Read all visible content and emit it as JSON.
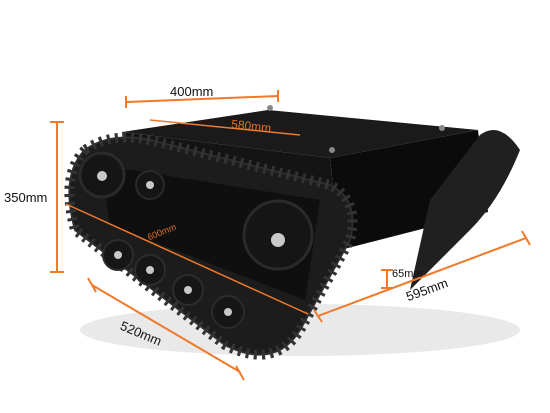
{
  "image": {
    "subject": "tracked-robot-chassis",
    "colors": {
      "dimension_line": "#f07a2a",
      "chassis_body": "#0b0b0b",
      "track": "#1c1c1c",
      "wheel_hub": "#c8c8c8"
    }
  },
  "dimensions": {
    "top_width": "400mm",
    "top_length": "580mm",
    "height": "350mm",
    "width": "520mm",
    "length": "595mm",
    "ground_clearance": "65mm",
    "inner_length": "600mm"
  }
}
